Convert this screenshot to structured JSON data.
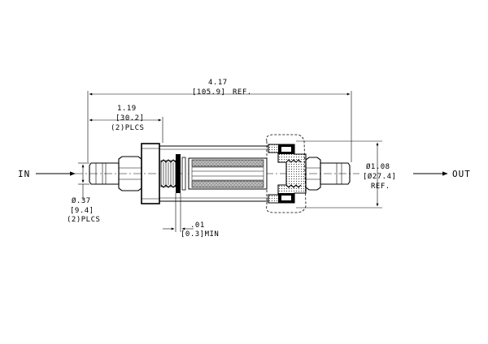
{
  "flow": {
    "inlet_label": "IN",
    "outlet_label": "OUT"
  },
  "dimensions": {
    "overall_length": {
      "value": "4.17",
      "metric": "[105.9]",
      "note": "REF."
    },
    "end_length": {
      "value": "1.19",
      "metric": "[30.2]",
      "note": "(2)PLCS"
    },
    "diameter_large": {
      "value": "Ø1.08",
      "metric": "[Ø27.4]",
      "note": "REF."
    },
    "diameter_small": {
      "value": "Ø.37",
      "metric": "[9.4]",
      "note": "(2)PLCS"
    },
    "clearance": {
      "value": ".01",
      "metric": "[0.3]MIN"
    }
  }
}
